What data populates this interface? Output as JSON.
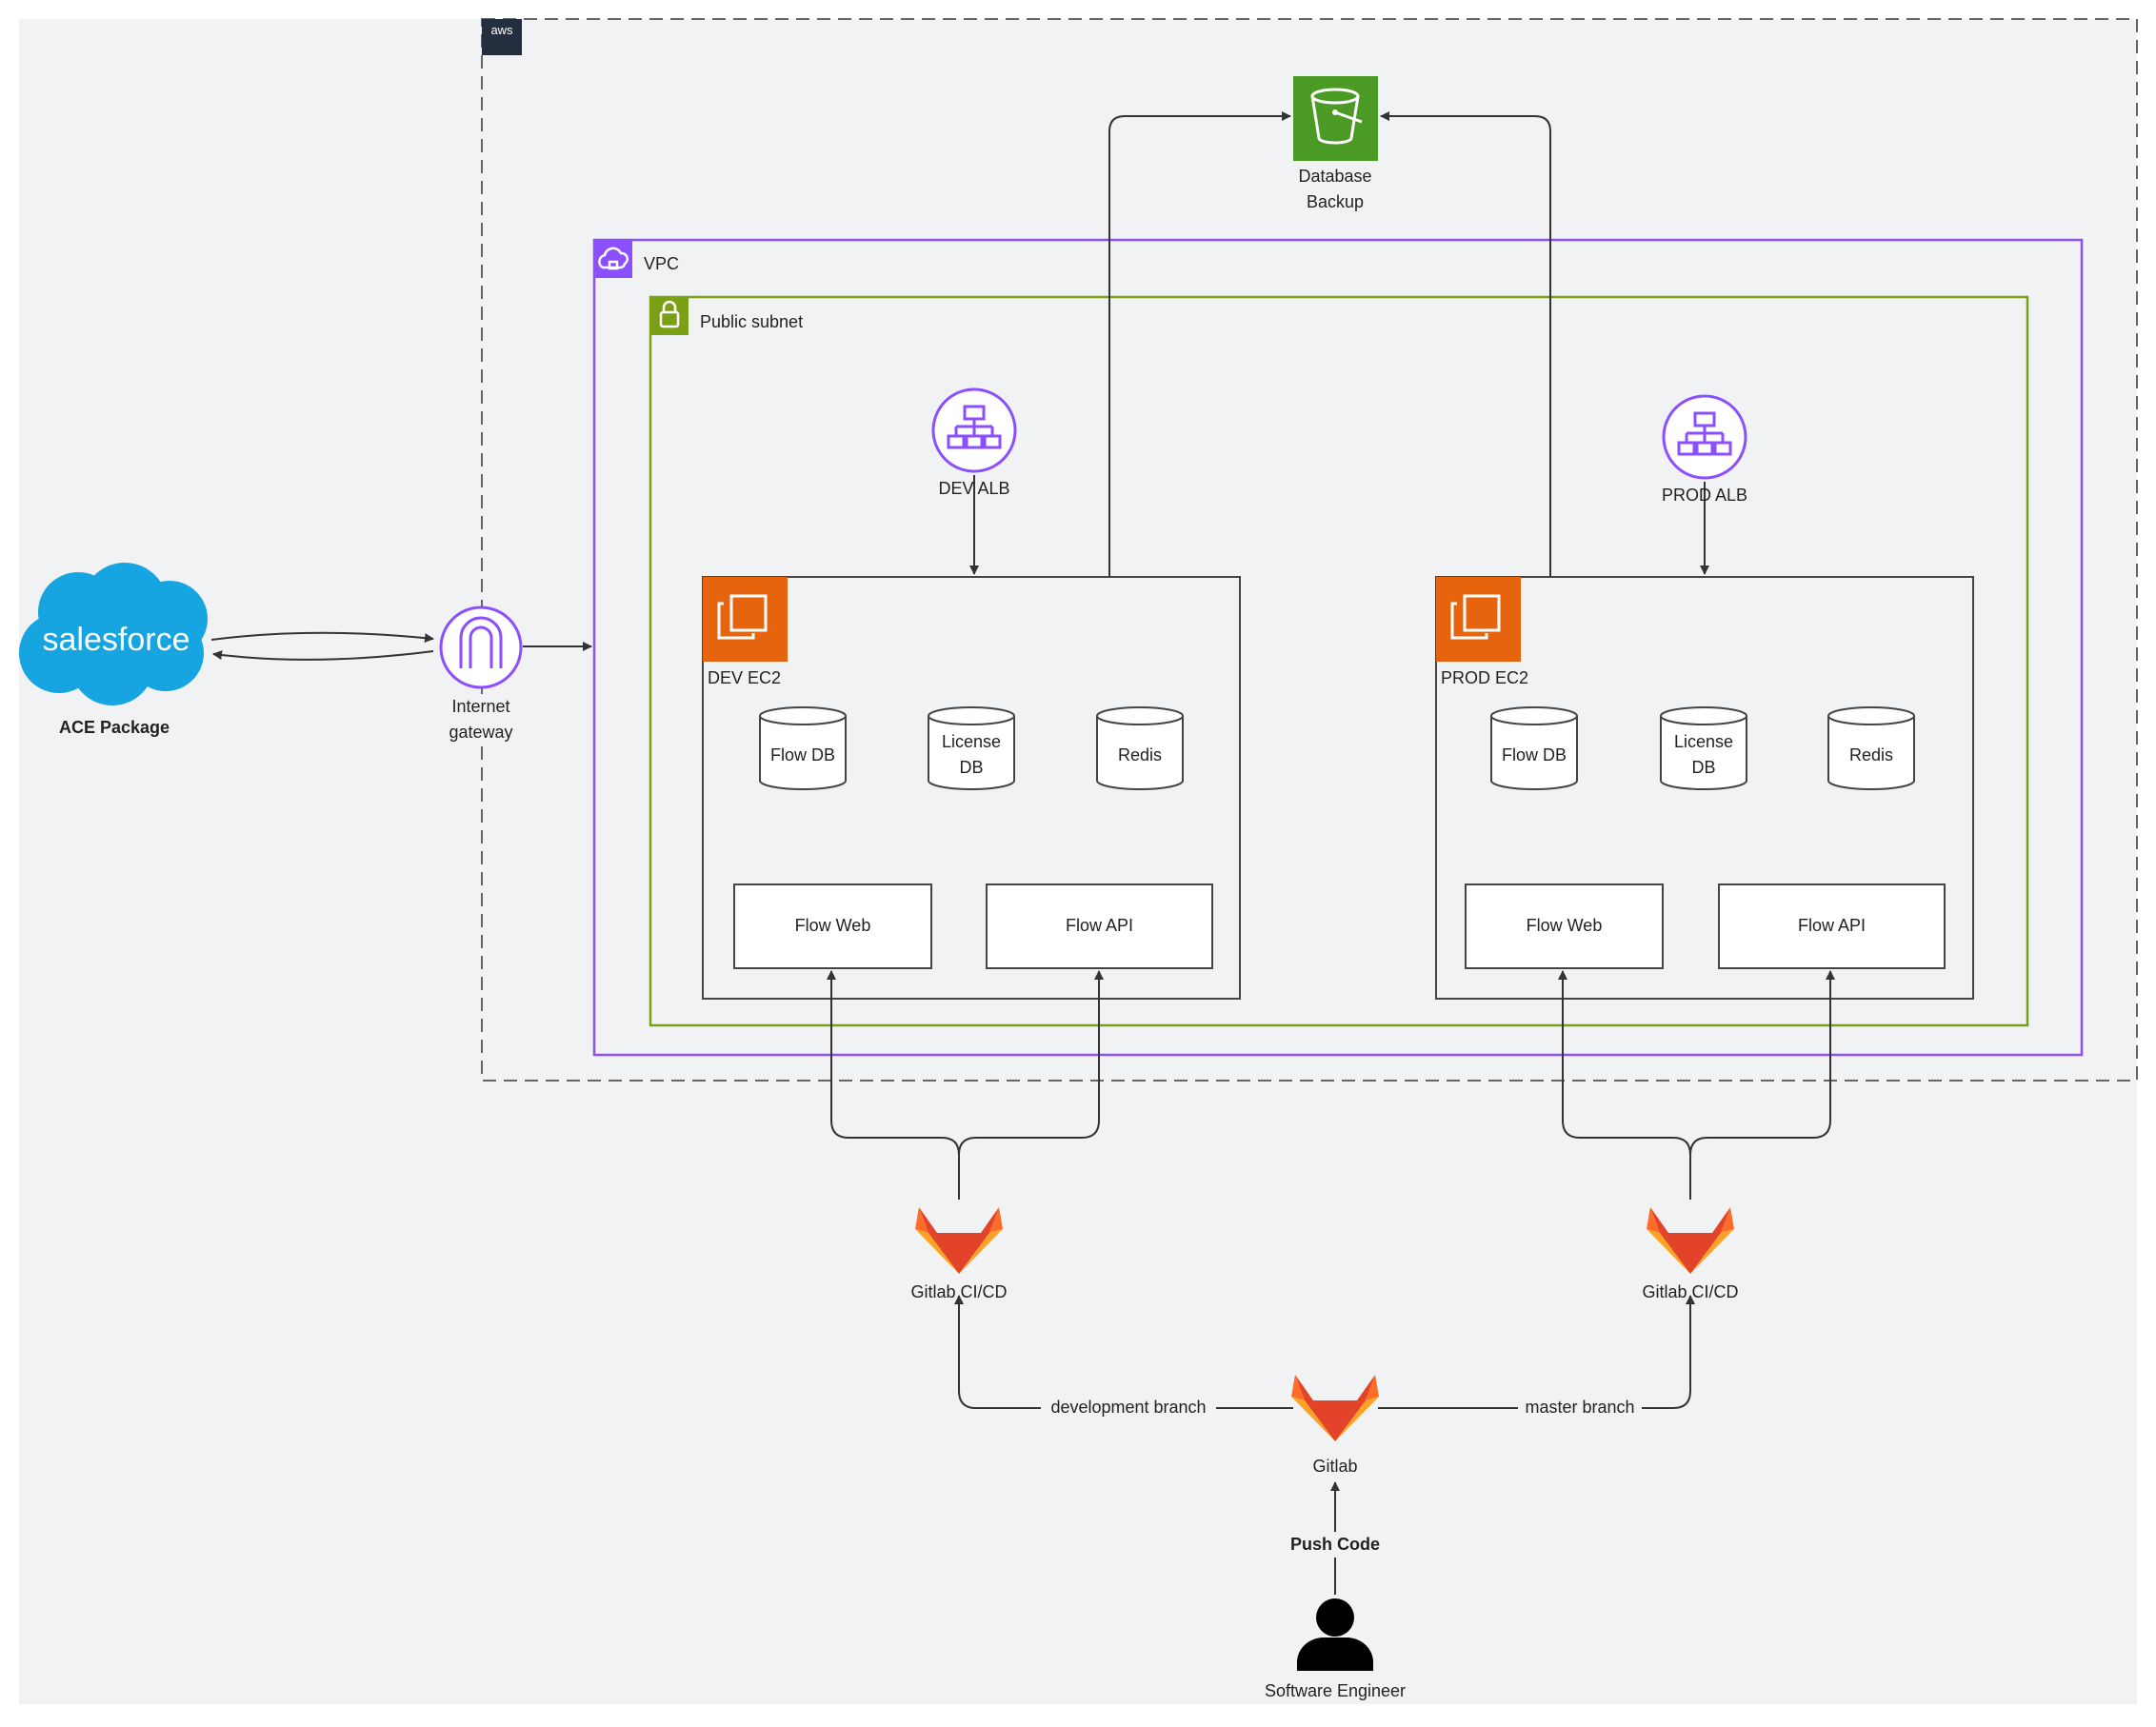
{
  "colors": {
    "canvas_bg": "#f1f2f4",
    "aws_border": "#666666",
    "vpc": "#8c4fff",
    "subnet": "#7aa116",
    "ec2": "#e7640f",
    "s3": "#4b9a25",
    "salesforce": "#16a5e0",
    "gitlab": "#e24329",
    "line": "#333333"
  },
  "aws": {
    "badge": "aws"
  },
  "salesforce": {
    "logo": "salesforce",
    "label": "ACE Package"
  },
  "gateway": {
    "label": "Internet\ngateway"
  },
  "backup": {
    "label": "Database\nBackup"
  },
  "vpc": {
    "label": "VPC"
  },
  "subnet": {
    "label": "Public subnet"
  },
  "dev": {
    "alb": "DEV ALB",
    "ec2": "DEV EC2",
    "flow_db": "Flow DB",
    "license_db": "License\nDB",
    "redis": "Redis",
    "flow_web": "Flow Web",
    "flow_api": "Flow API",
    "cicd": "Gitlab CI/CD"
  },
  "prod": {
    "alb": "PROD ALB",
    "ec2": "PROD EC2",
    "flow_db": "Flow DB",
    "license_db": "License\nDB",
    "redis": "Redis",
    "flow_web": "Flow Web",
    "flow_api": "Flow API",
    "cicd": "Gitlab CI/CD"
  },
  "gitlab": {
    "label": "Gitlab",
    "dev_branch": "development branch",
    "master_branch": "master branch"
  },
  "engineer": {
    "push": "Push Code",
    "label": "Software Engineer"
  }
}
